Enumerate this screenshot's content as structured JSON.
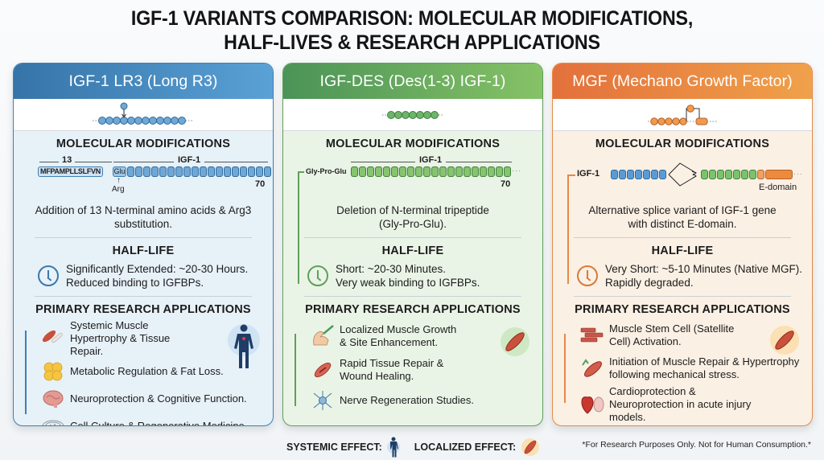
{
  "title": {
    "line1": "IGF-1 VARIANTS COMPARISON: MOLECULAR MODIFICATIONS,",
    "line2": "HALF-LIVES & RESEARCH APPLICATIONS"
  },
  "panels": [
    {
      "name": "IGF-1 LR3 (Long R3)",
      "accent": "#3d7fb5",
      "molecular_title": "MOLECULAR MODIFICATIONS",
      "diagram": {
        "label_13": "13",
        "label_igf": "IGF-1",
        "sequence": "MFPAMPLLSLFVN",
        "glu": "Glu",
        "arg": "Arg",
        "end": "70"
      },
      "molecular_desc": "Addition of 13 N-terminal amino acids & Arg3 substitution.",
      "halflife_title": "HALF-LIFE",
      "halflife_line1": "Significantly Extended: ~20-30 Hours.",
      "halflife_line2": "Reduced binding to IGFBPs.",
      "apps_title": "PRIMARY RESEARCH APPLICATIONS",
      "apps": [
        {
          "icon": "muscle-bone-icon",
          "text": "Systemic Muscle Hypertrophy & Tissue Repair."
        },
        {
          "icon": "fat-cells-icon",
          "text": "Metabolic Regulation & Fat Loss."
        },
        {
          "icon": "brain-icon",
          "text": "Neuroprotection & Cognitive Function."
        },
        {
          "icon": "petri-dish-icon",
          "text": "Cell Culture & Regenerative Medicine."
        }
      ],
      "side_icon": "human-body-icon"
    },
    {
      "name": "IGF-DES (Des(1-3) IGF-1)",
      "accent": "#5fa05b",
      "molecular_title": "MOLECULAR MODIFICATIONS",
      "diagram": {
        "label_igf": "IGF-1",
        "prefix": "Gly-Pro-Glu",
        "end": "70"
      },
      "molecular_desc": "Deletion of N-terminal tripeptide (Gly-Pro-Glu).",
      "halflife_title": "HALF-LIFE",
      "halflife_line1": "Short: ~20-30 Minutes.",
      "halflife_line2": "Very weak binding to IGFBPs.",
      "apps_title": "PRIMARY RESEARCH APPLICATIONS",
      "apps": [
        {
          "icon": "arm-injection-icon",
          "text": "Localized Muscle Growth & Site Enhancement."
        },
        {
          "icon": "tissue-wound-icon",
          "text": "Rapid Tissue Repair & Wound Healing."
        },
        {
          "icon": "neuron-icon",
          "text": "Nerve Regeneration Studies."
        }
      ],
      "side_icon": "muscle-icon"
    },
    {
      "name": "MGF (Mechano Growth Factor)",
      "accent": "#e58a45",
      "molecular_title": "MOLECULAR MODIFICATIONS",
      "diagram": {
        "label_igf": "IGF-1",
        "edomain": "E-domain"
      },
      "molecular_desc": "Alternative splice variant of IGF-1 gene with distinct E-domain.",
      "halflife_title": "HALF-LIFE",
      "halflife_line1": "Very Short: ~5-10 Minutes (Native MGF).",
      "halflife_line2": "Rapidly degraded.",
      "apps_title": "PRIMARY RESEARCH APPLICATIONS",
      "apps": [
        {
          "icon": "muscle-fiber-icon",
          "text": "Muscle Stem Cell (Satellite Cell) Activation."
        },
        {
          "icon": "muscle-repair-icon",
          "text": "Initiation of Muscle Repair & Hypertrophy following mechanical stress."
        },
        {
          "icon": "heart-brain-icon",
          "text": "Cardioprotection & Neuroprotection in acute injury models."
        }
      ],
      "side_icon": "muscle-icon"
    }
  ],
  "legend": {
    "systemic": "SYSTEMIC EFFECT:",
    "localized": "LOCALIZED EFFECT:"
  },
  "disclaimer": "*For Research Purposes Only. Not for Human Consumption.*"
}
